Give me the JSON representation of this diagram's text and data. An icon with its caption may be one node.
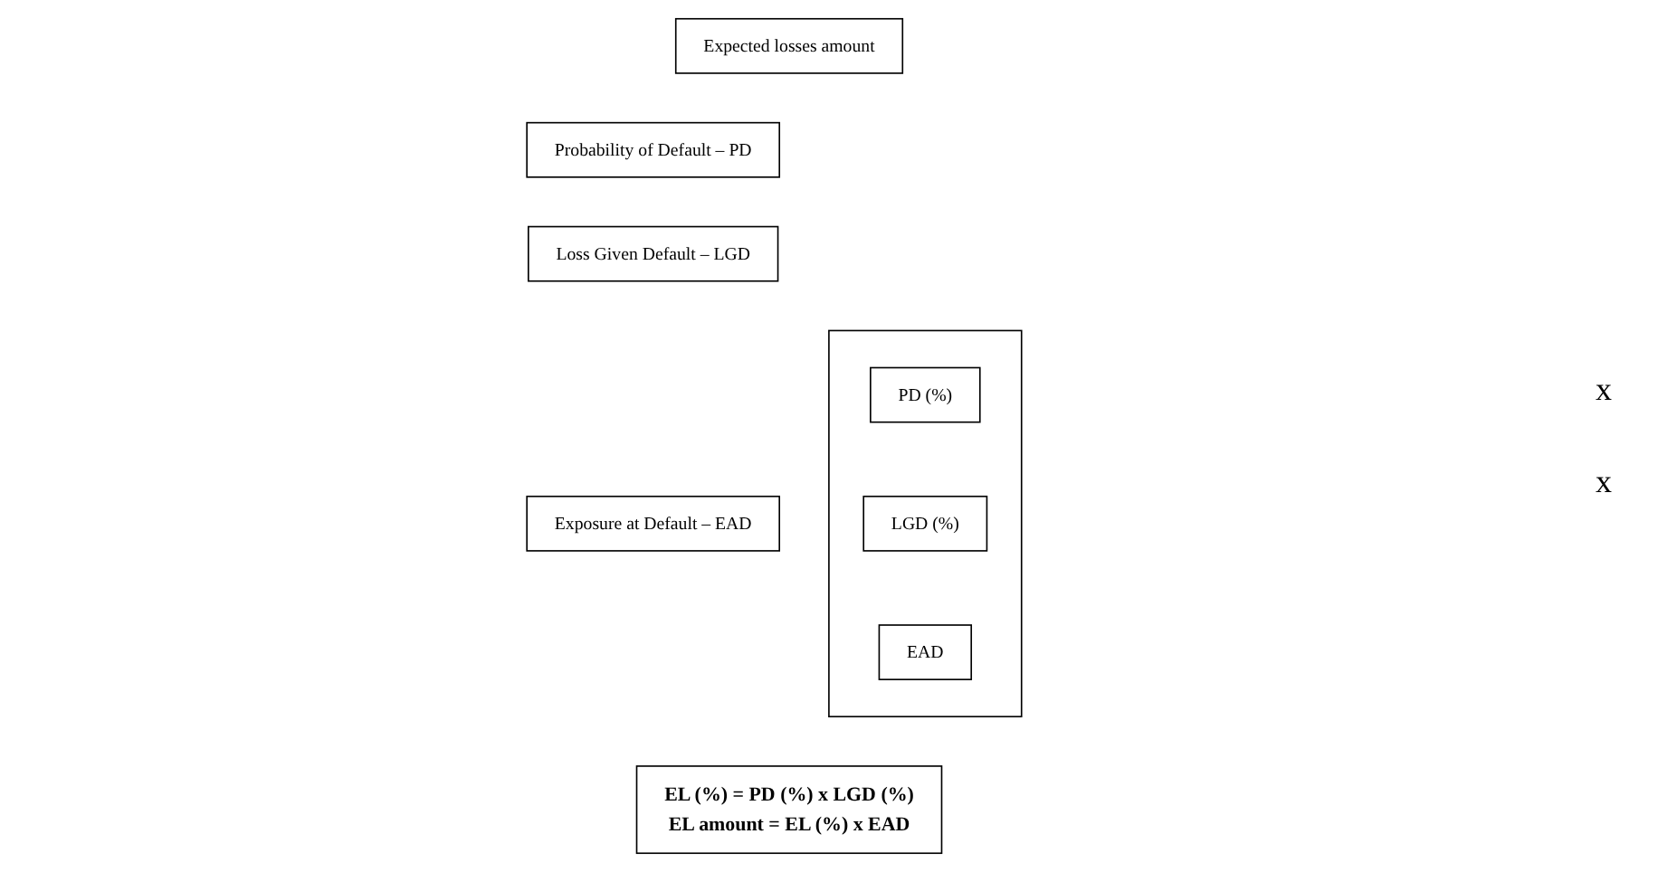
{
  "diagram": {
    "nodes": [
      {
        "text": [
          "Expected losses amount"
        ]
      },
      {
        "text": [
          "Probability of Default – PD"
        ]
      },
      {
        "text": [
          "Loss Given Default – LGD"
        ]
      },
      {
        "text": [
          "Exposure at Default – EAD"
        ]
      },
      {
        "text": [],
        "shape": "box"
      },
      {
        "text": [
          "PD (%)"
        ],
        "in": 4
      },
      {
        "text": [
          "LGD (%)"
        ],
        "in": 4
      },
      {
        "text": [
          "EAD"
        ],
        "in": 4
      },
      {
        "text": [
          "EL (%) = PD (%) x LGD (%)",
          "EL amount = EL (%) x EAD"
        ]
      }
    ],
    "edges": [],
    "labels": [
      "x",
      "x"
    ]
  }
}
